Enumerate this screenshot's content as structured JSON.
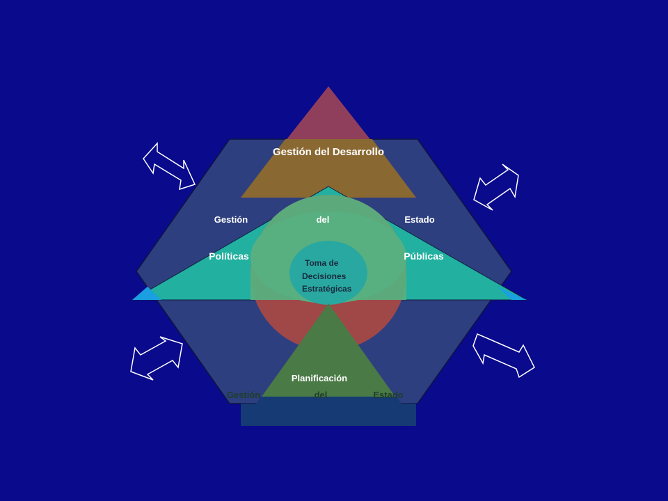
{
  "colors": {
    "background": "#0a0a8c",
    "hexagon": "#2e3f7f",
    "top_triangle_upper": "#8f3f5c",
    "top_triangle_lower": "#8a6a2e",
    "middle_triangle": "#22b0a0",
    "middle_triangle_edge": "#1aa0e0",
    "outer_ring": "#a04848",
    "inner_ring": "#58b080",
    "core_circle": "#28a8a0",
    "bottom_triangle_upper": "#4a7a45",
    "bottom_triangle_lower": "#163a74",
    "arrow_outline": "#ffffff"
  },
  "labels": {
    "top_triangle": "Gestión del Desarrollo",
    "estado_row": [
      "Gestión",
      "del",
      "Estado"
    ],
    "politicas_left": "Políticas",
    "politicas_right": "Públicas",
    "core": [
      "Toma de",
      "Decisiones",
      "Estratégicas"
    ],
    "bottom_triangle": "Planificación",
    "faded_row": [
      "Gestión",
      "del",
      "Estado"
    ]
  },
  "arrow_icons": [
    "double-arrow-icon",
    "double-arrow-icon",
    "double-arrow-icon",
    "double-arrow-icon"
  ]
}
